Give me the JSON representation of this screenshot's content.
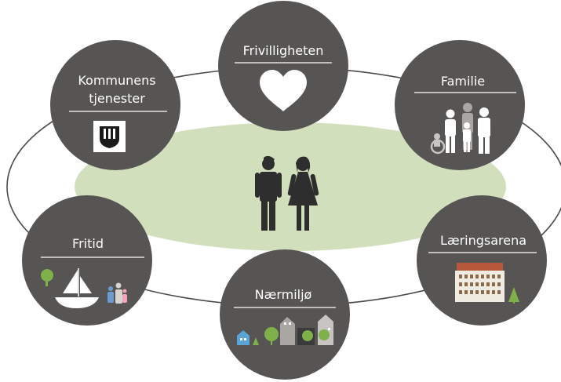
{
  "center": {
    "icon": "man-woman-icon"
  },
  "nodes": [
    {
      "id": "frivilligheten",
      "label_lines": [
        "Frivilligheten"
      ],
      "icon": "heart-icon"
    },
    {
      "id": "familie",
      "label_lines": [
        "Familie"
      ],
      "icon": "family-icon"
    },
    {
      "id": "kommunens",
      "label_lines": [
        "Kommunens",
        "tjenester"
      ],
      "icon": "municipal-coat-of-arms-icon"
    },
    {
      "id": "fritid",
      "label_lines": [
        "Fritid"
      ],
      "icon": "sailboat-tree-family-icon"
    },
    {
      "id": "naermiljo",
      "label_lines": [
        "Nærmiljø"
      ],
      "icon": "neighborhood-houses-icon"
    },
    {
      "id": "laeringsarena",
      "label_lines": [
        "Læringsarena"
      ],
      "icon": "school-building-icon"
    }
  ],
  "colors": {
    "circle": "#575553",
    "center_ellipse": "#d2dfbc",
    "orbit_line": "#4a4a4a",
    "label_text": "#ffffff",
    "icon_light": "#ffffff",
    "icon_center": "#2e2e2e",
    "green": "#7fb04a",
    "brick": "#b5593a"
  }
}
